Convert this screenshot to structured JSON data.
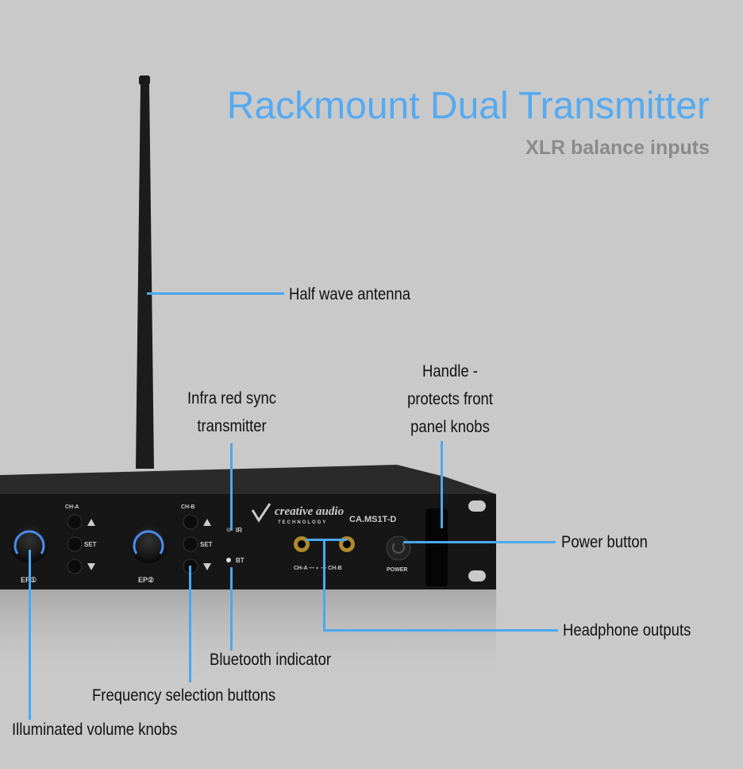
{
  "header": {
    "title": "Rackmount Dual Transmitter",
    "subtitle": "XLR balance inputs"
  },
  "callouts": {
    "antenna": "Half wave antenna",
    "ir": [
      "Infra red sync",
      "transmitter"
    ],
    "handle": [
      "Handle -",
      "protects front",
      "panel knobs"
    ],
    "power": "Power button",
    "headphone": "Headphone outputs",
    "bluetooth": "Bluetooth indicator",
    "frequency": "Frequency selection buttons",
    "knobs": "Illuminated volume knobs"
  },
  "device": {
    "brand": "creative audio",
    "brand_sub": "TECHNOLOGY",
    "model": "CA.MS1T-D",
    "ch_a": "CH-A",
    "ch_b": "CH-B",
    "set": "SET",
    "ir": "IR",
    "bt": "BT",
    "ep1": "EP①",
    "ep2": "EP②",
    "power": "POWER",
    "jack_label": "CH-A — ◐ — CH-B"
  },
  "colors": {
    "accent": "#4aa8f0",
    "title": "#55aaf0",
    "background": "#c9c9c9"
  }
}
